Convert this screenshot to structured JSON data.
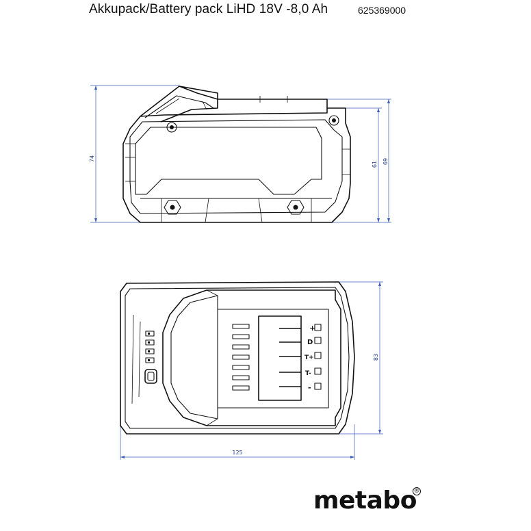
{
  "header": {
    "title": "Akkupack/Battery pack LiHD 18V -8,0 Ah",
    "code": "625369000"
  },
  "dimensions": {
    "side_height": "74",
    "inner_height_a": "61",
    "inner_height_b": "69",
    "bottom_depth": "83",
    "bottom_width": "125"
  },
  "contact_symbols": [
    "+",
    "D",
    "T+",
    "T-",
    "-"
  ],
  "brand": {
    "logo_text": "metabo",
    "registered_mark": "®"
  },
  "colors": {
    "dimension_lines": "#3b5bb5",
    "outline": "#111111"
  }
}
